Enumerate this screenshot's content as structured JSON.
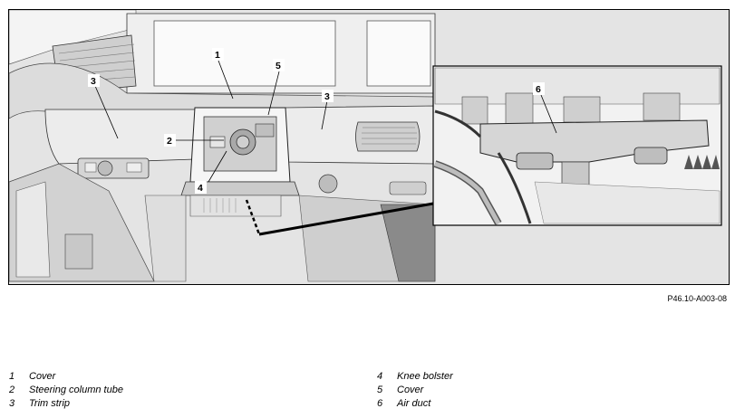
{
  "callouts": [
    "1",
    "2",
    "3",
    "3",
    "4",
    "5",
    "6"
  ],
  "reference_code": "P46.10-A003-08",
  "legend_left": [
    {
      "num": "1",
      "text": "Cover"
    },
    {
      "num": "2",
      "text": "Steering column tube"
    },
    {
      "num": "3",
      "text": "Trim strip"
    }
  ],
  "legend_right": [
    {
      "num": "4",
      "text": "Knee bolster"
    },
    {
      "num": "5",
      "text": "Cover"
    },
    {
      "num": "6",
      "text": "Air duct"
    }
  ],
  "colors": {
    "line": "#000000",
    "fill_light": "#eeeeee",
    "fill_mid": "#d9d9d9",
    "fill_dark": "#b8b8b8"
  }
}
